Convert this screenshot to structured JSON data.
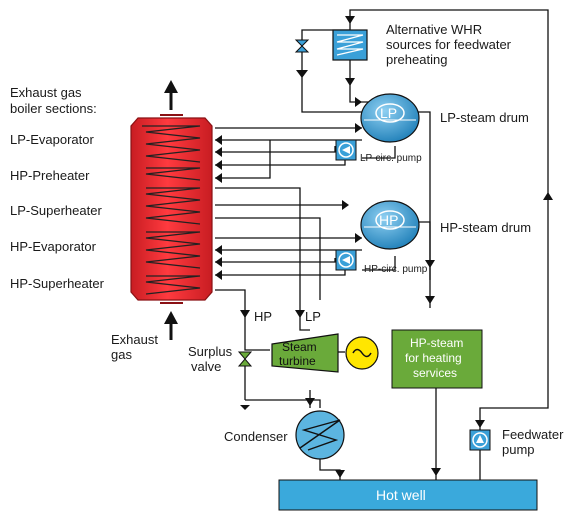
{
  "labels": {
    "exhaust_sections_1": "Exhaust gas",
    "exhaust_sections_2": "boiler sections:",
    "lp_evaporator": "LP-Evaporator",
    "hp_preheater": "HP-Preheater",
    "lp_superheater": "LP-Superheater",
    "hp_evaporator": "HP-Evaporator",
    "hp_superheater": "HP-Superheater",
    "exhaust_gas_1": "Exhaust",
    "exhaust_gas_2": "gas",
    "surplus_valve_1": "Surplus",
    "surplus_valve_2": "valve",
    "whr_1": "Alternative WHR",
    "whr_2": "sources for feedwater",
    "whr_3": "preheating",
    "lp_drum_tag": "LP",
    "lp_drum": "LP-steam drum",
    "lp_pump": "LP-circ. pump",
    "hp_drum_tag": "HP",
    "hp_drum": "HP-steam drum",
    "hp_pump": "HP-circ. pump",
    "hp_line": "HP",
    "lp_line": "LP",
    "turbine_1": "Steam",
    "turbine_2": "turbine",
    "heating_1": "HP-steam",
    "heating_2": "for heating",
    "heating_3": "services",
    "condenser": "Condenser",
    "feed_pump_1": "Feedwater",
    "feed_pump_2": "pump",
    "hot_well": "Hot well"
  },
  "colors": {
    "boiler": "#e8262b",
    "drum": "#3aa0d8",
    "turbine": "#6aaa3a",
    "heating_box": "#6aaa3a",
    "generator": "#ffe600",
    "hot_well": "#3aa9dc",
    "condenser": "#5cb5e0",
    "valve": "#3aa0d8"
  },
  "icons": [
    "up-arrow-icon",
    "pump-icon",
    "valve-icon",
    "generator-icon",
    "heat-exchanger-icon"
  ]
}
